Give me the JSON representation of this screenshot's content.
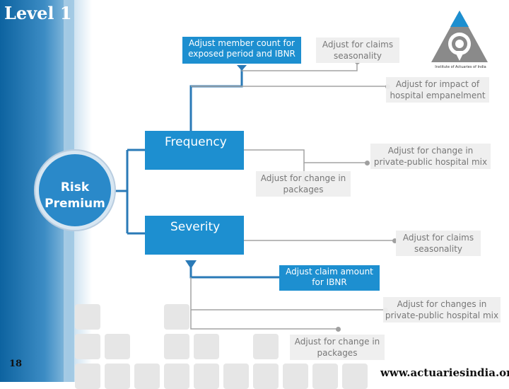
{
  "title": "Level 1",
  "slide_number": "18",
  "footer_url": "www.actuariesindia.org",
  "logo": {
    "caption": "Institute of Actuaries of India"
  },
  "root": {
    "label_line1": "Risk",
    "label_line2": "Premium"
  },
  "frequency": {
    "label": "Frequency",
    "adjustments": [
      {
        "line1": "Adjust member count for",
        "line2": "exposed period and IBNR"
      },
      {
        "line1": "Adjust for claims",
        "line2": "seasonality"
      },
      {
        "line1": "Adjust for impact of",
        "line2": "hospital empanelment"
      },
      {
        "line1": "Adjust for change in",
        "line2": "private-public hospital mix"
      },
      {
        "line1": "Adjust for change in",
        "line2": "packages"
      }
    ]
  },
  "severity": {
    "label": "Severity",
    "adjustments": [
      {
        "line1": "Adjust for claims",
        "line2": "seasonality"
      },
      {
        "line1": "Adjust claim amount",
        "line2": "for IBNR"
      },
      {
        "line1": "Adjust for changes in",
        "line2": "private-public hospital mix"
      },
      {
        "line1": "Adjust for change in",
        "line2": "packages"
      }
    ]
  },
  "colors": {
    "accent_blue": "#1d8fd0",
    "connector": "#2a7ab7",
    "sidebar": "#0d63a0",
    "grey_box": "#eeeeee"
  }
}
